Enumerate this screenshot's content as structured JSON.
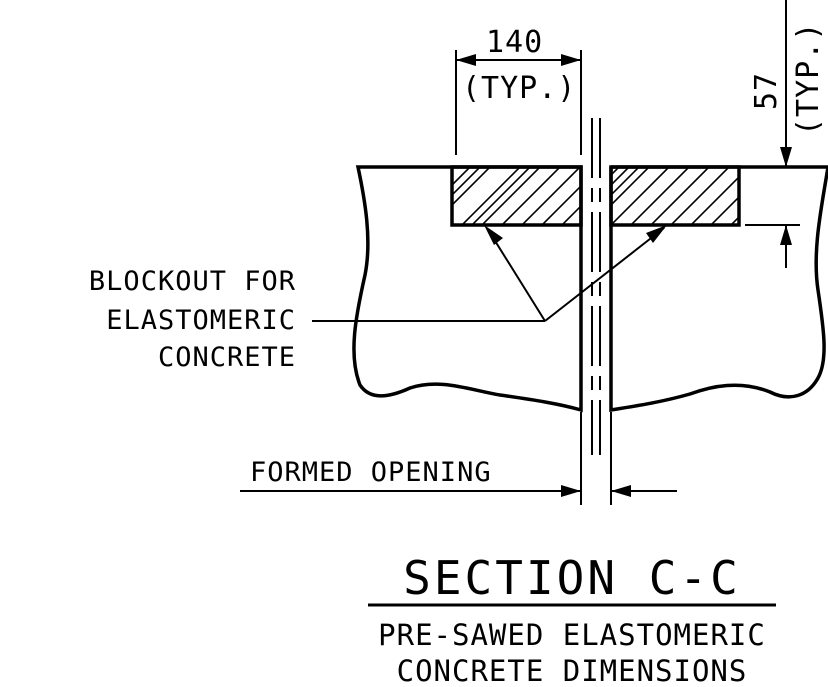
{
  "dimensions": {
    "width_value": "140",
    "width_note": "(TYP.)",
    "depth_value": "57",
    "depth_note": "(TYP.)"
  },
  "callouts": {
    "blockout_line1": "BLOCKOUT FOR",
    "blockout_line2": "ELASTOMERIC",
    "blockout_line3": "CONCRETE",
    "formed_opening": "FORMED OPENING"
  },
  "title": {
    "section": "SECTION C-C",
    "subtitle_line1": "PRE-SAWED ELASTOMERIC",
    "subtitle_line2": "CONCRETE DIMENSIONS"
  }
}
